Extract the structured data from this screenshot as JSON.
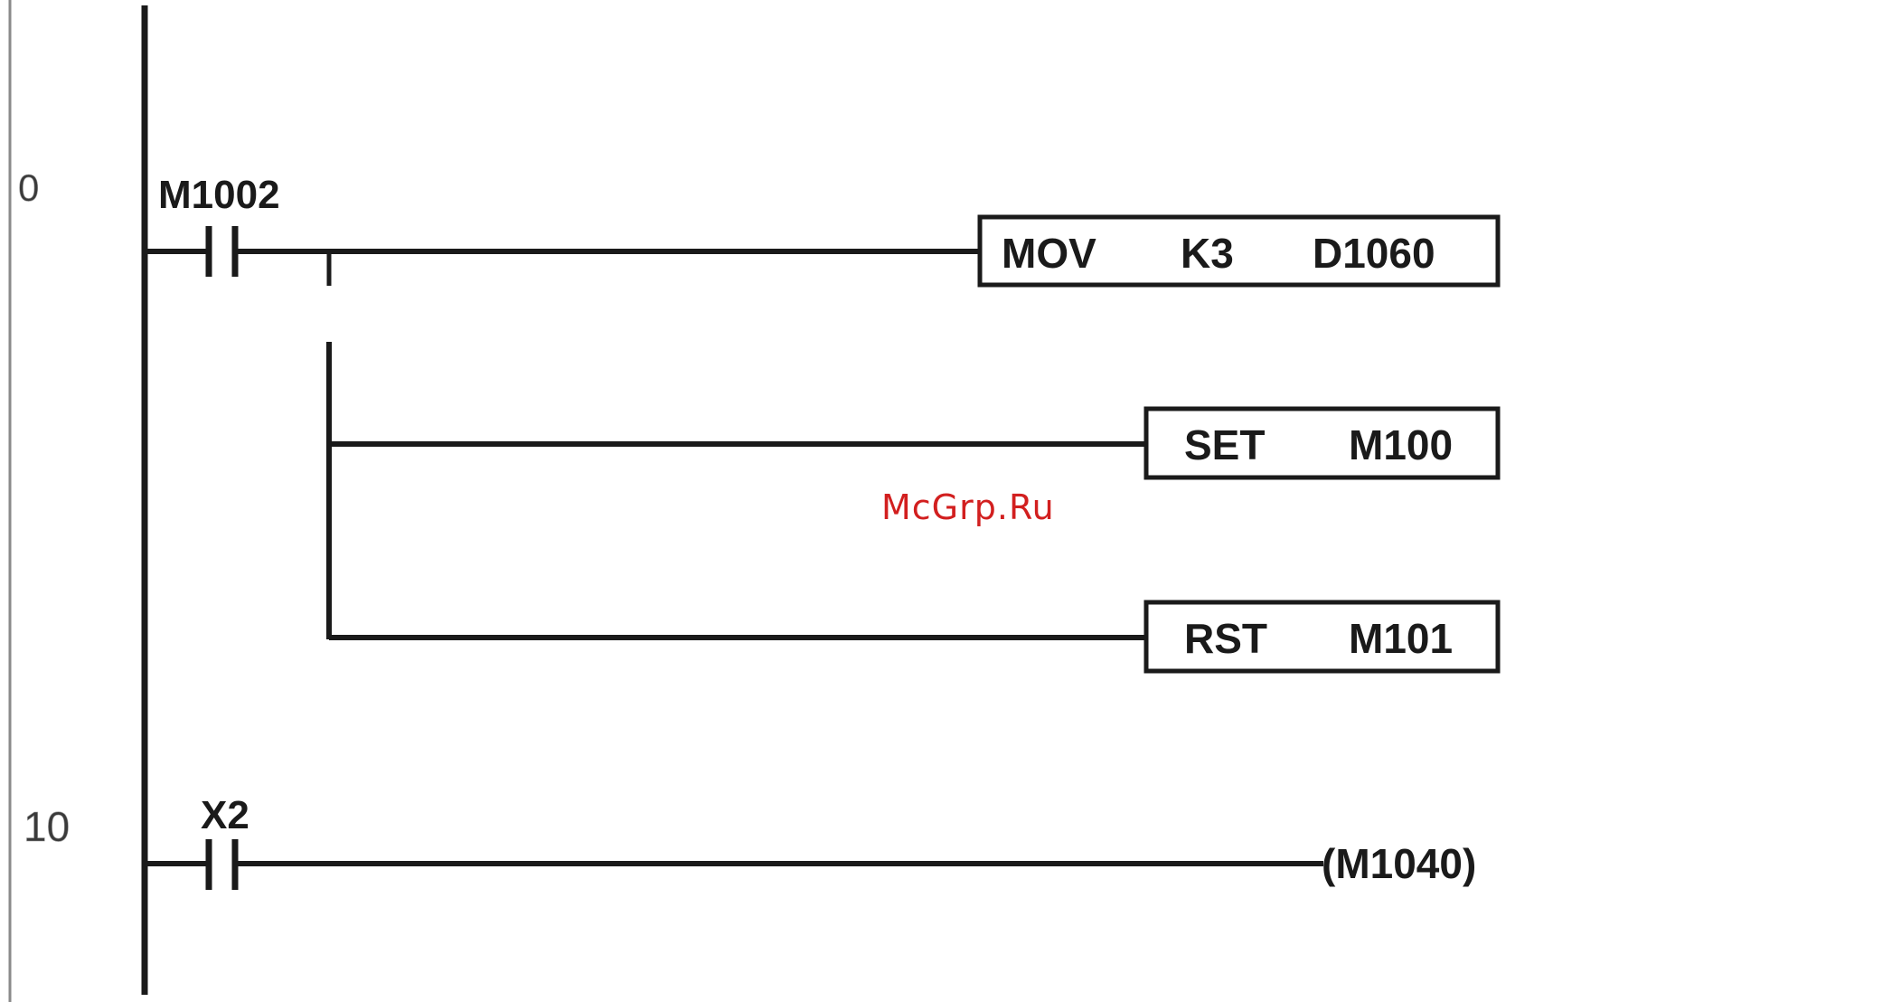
{
  "diagram": {
    "type": "ladder-logic",
    "rungs": [
      {
        "step": "0",
        "contact": "M1002",
        "outputs": [
          {
            "instruction": "MOV",
            "operands": [
              "K3",
              "D1060"
            ]
          },
          {
            "instruction": "SET",
            "operands": [
              "M100"
            ]
          },
          {
            "instruction": "RST",
            "operands": [
              "M101"
            ]
          }
        ]
      },
      {
        "step": "10",
        "contact": "X2",
        "coil": "(M1040)"
      }
    ]
  },
  "watermark": "McGrp.Ru",
  "colors": {
    "line": "#1a1a1a",
    "watermark": "#d21f1f",
    "background": "#ffffff"
  }
}
